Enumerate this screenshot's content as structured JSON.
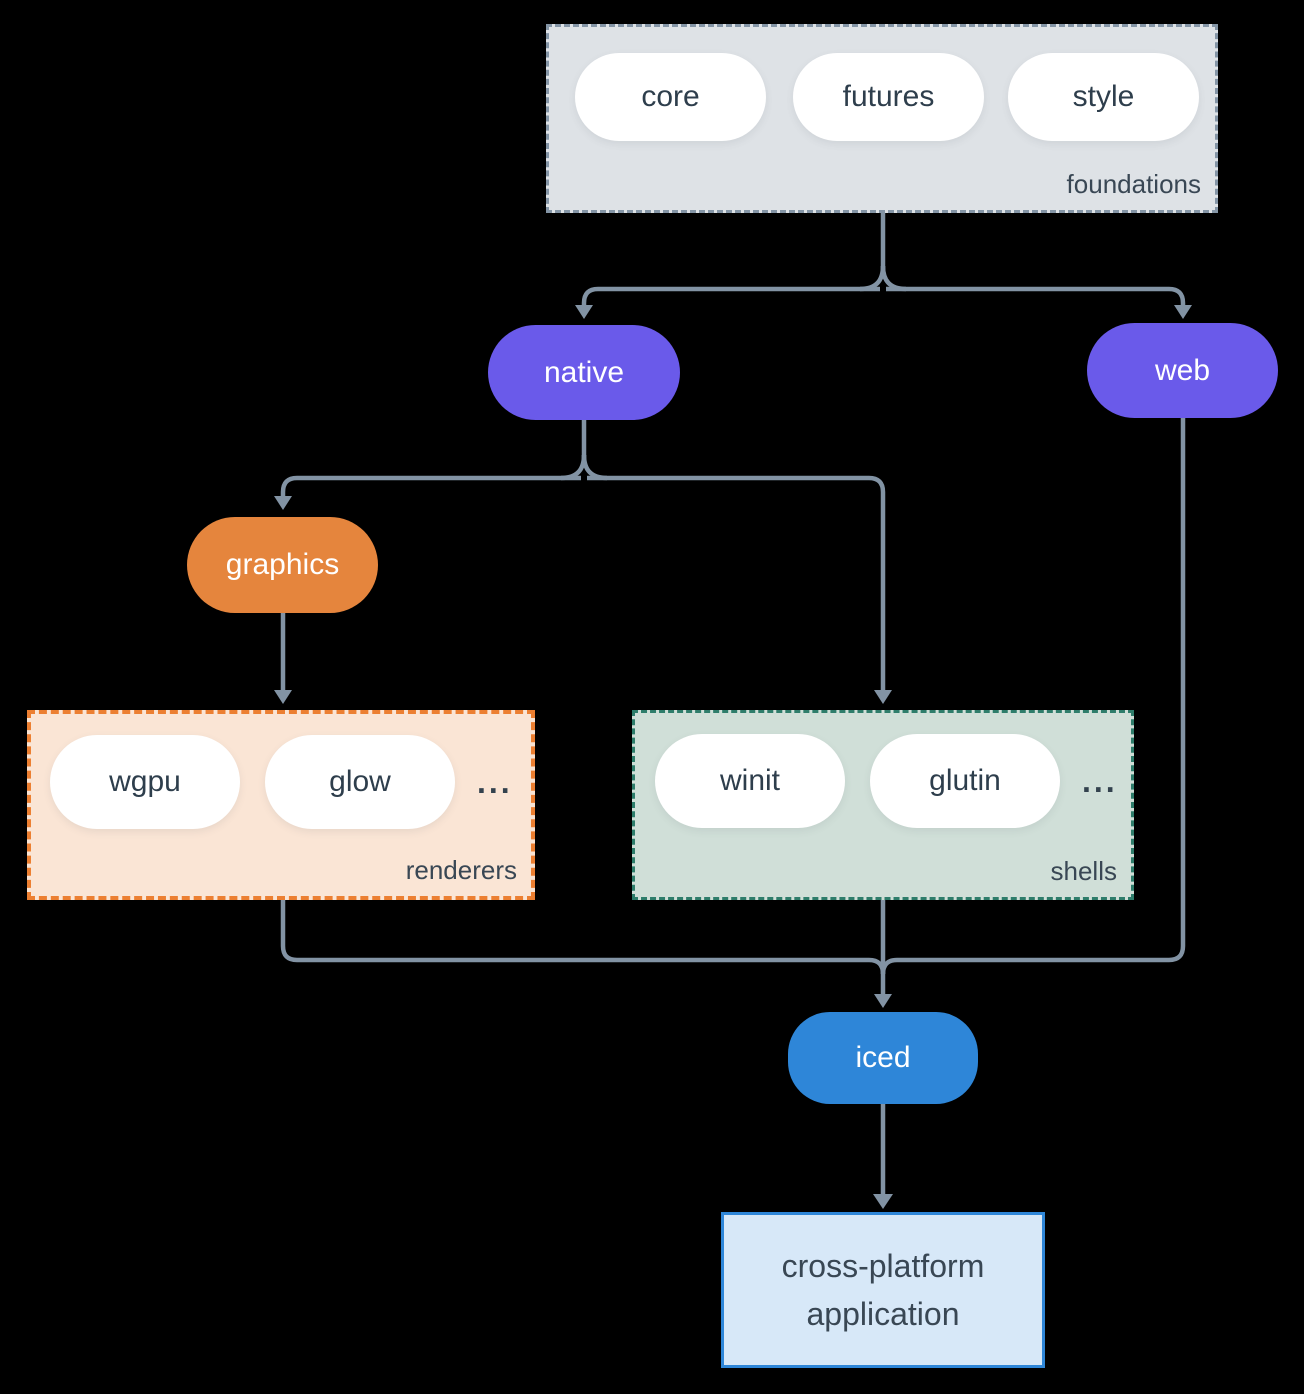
{
  "diagram": {
    "foundations": {
      "label": "foundations",
      "pills": [
        "core",
        "futures",
        "style"
      ]
    },
    "native": {
      "label": "native"
    },
    "web": {
      "label": "web"
    },
    "graphics": {
      "label": "graphics"
    },
    "renderers": {
      "label": "renderers",
      "pills": [
        "wgpu",
        "glow"
      ],
      "more": "..."
    },
    "shells": {
      "label": "shells",
      "pills": [
        "winit",
        "glutin"
      ],
      "more": "..."
    },
    "iced": {
      "label": "iced"
    },
    "application": {
      "line1": "cross-platform",
      "line2": "application"
    },
    "edges": [
      {
        "from": "foundations",
        "to": "native"
      },
      {
        "from": "foundations",
        "to": "web"
      },
      {
        "from": "native",
        "to": "graphics"
      },
      {
        "from": "native",
        "to": "shells"
      },
      {
        "from": "graphics",
        "to": "renderers"
      },
      {
        "from": "renderers",
        "to": "iced"
      },
      {
        "from": "shells",
        "to": "iced"
      },
      {
        "from": "web",
        "to": "iced"
      },
      {
        "from": "iced",
        "to": "application"
      }
    ]
  },
  "colors": {
    "background": "#000000",
    "accent_purple": "#6A5AEA",
    "accent_orange": "#E5853D",
    "accent_orange_border": "#EC7F31",
    "accent_blue": "#2E86D8",
    "foundations_bg": "#DEE2E6",
    "foundations_border": "#8495A6",
    "renderers_bg": "#FAE5D5",
    "shells_bg": "#D0DFD8",
    "shells_border": "#2E7D6B",
    "application_bg": "#D7E8F8",
    "connector": "#8293A4",
    "text_dark": "#2E3E4C",
    "text_light": "#FFFFFF"
  }
}
